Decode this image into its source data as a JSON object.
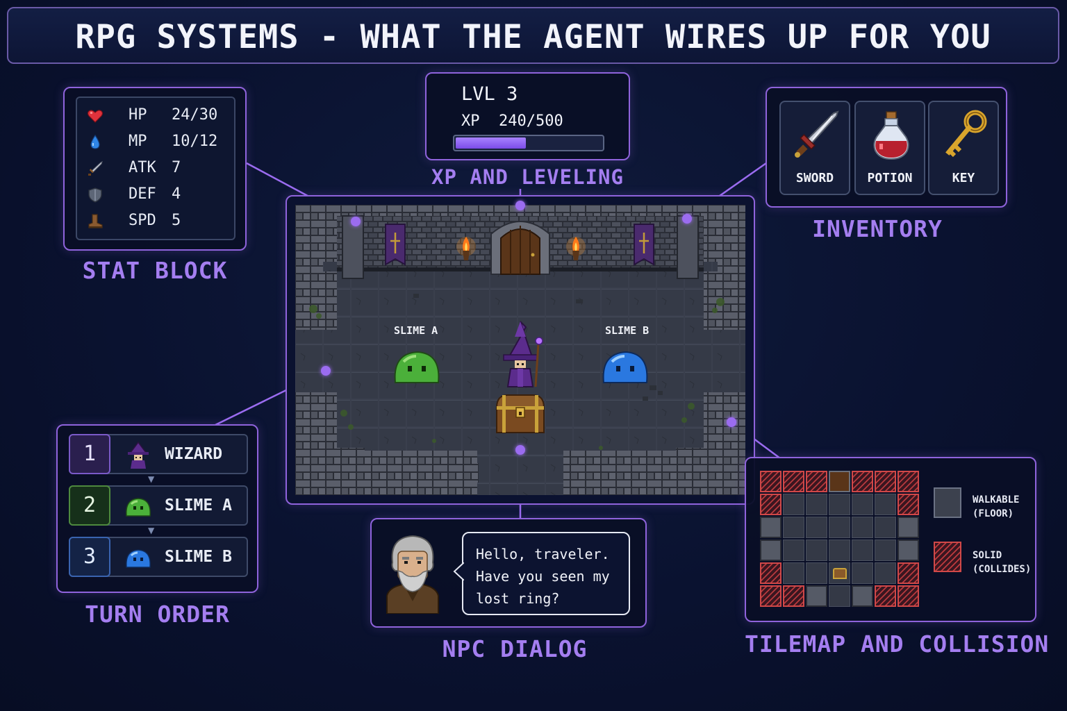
{
  "title": "RPG SYSTEMS - WHAT THE AGENT WIRES UP FOR YOU",
  "stat_block": {
    "caption": "STAT BLOCK",
    "stats": [
      {
        "label": "HP",
        "value": "24/30",
        "icon": "heart-icon"
      },
      {
        "label": "MP",
        "value": "10/12",
        "icon": "mana-drop-icon"
      },
      {
        "label": "ATK",
        "value": "7",
        "icon": "sword-icon"
      },
      {
        "label": "DEF",
        "value": "4",
        "icon": "shield-icon"
      },
      {
        "label": "SPD",
        "value": "5",
        "icon": "boot-icon"
      }
    ]
  },
  "xp": {
    "caption": "XP AND LEVELING",
    "level": "LVL 3",
    "xp_label": "XP",
    "xp_value": "240/500",
    "progress": 0.48
  },
  "inventory": {
    "caption": "INVENTORY",
    "items": [
      {
        "label": "SWORD",
        "icon": "sword-icon"
      },
      {
        "label": "POTION",
        "icon": "potion-icon"
      },
      {
        "label": "KEY",
        "icon": "key-icon"
      }
    ]
  },
  "dungeon": {
    "slime_a_label": "SLIME A",
    "slime_b_label": "SLIME B"
  },
  "turn_order": {
    "caption": "TURN ORDER",
    "entries": [
      {
        "num": "1",
        "name": "WIZARD",
        "icon": "wizard-icon"
      },
      {
        "num": "2",
        "name": "SLIME A",
        "icon": "green-slime-icon"
      },
      {
        "num": "3",
        "name": "SLIME B",
        "icon": "blue-slime-icon"
      }
    ]
  },
  "npc_dialog": {
    "caption": "NPC DIALOG",
    "lines": [
      "Hello, traveler.",
      "Have you seen my",
      "lost ring?"
    ]
  },
  "tilemap": {
    "caption": "TILEMAP AND COLLISION",
    "walkable_lines": [
      "WALKABLE",
      "(FLOOR)"
    ],
    "solid_lines": [
      "SOLID",
      "(COLLIDES)"
    ]
  },
  "colors": {
    "accent": "#9b6cf0",
    "background": "#0a1230",
    "xp_bar": "#8b5cf6",
    "solid_tile": "#d04848"
  }
}
